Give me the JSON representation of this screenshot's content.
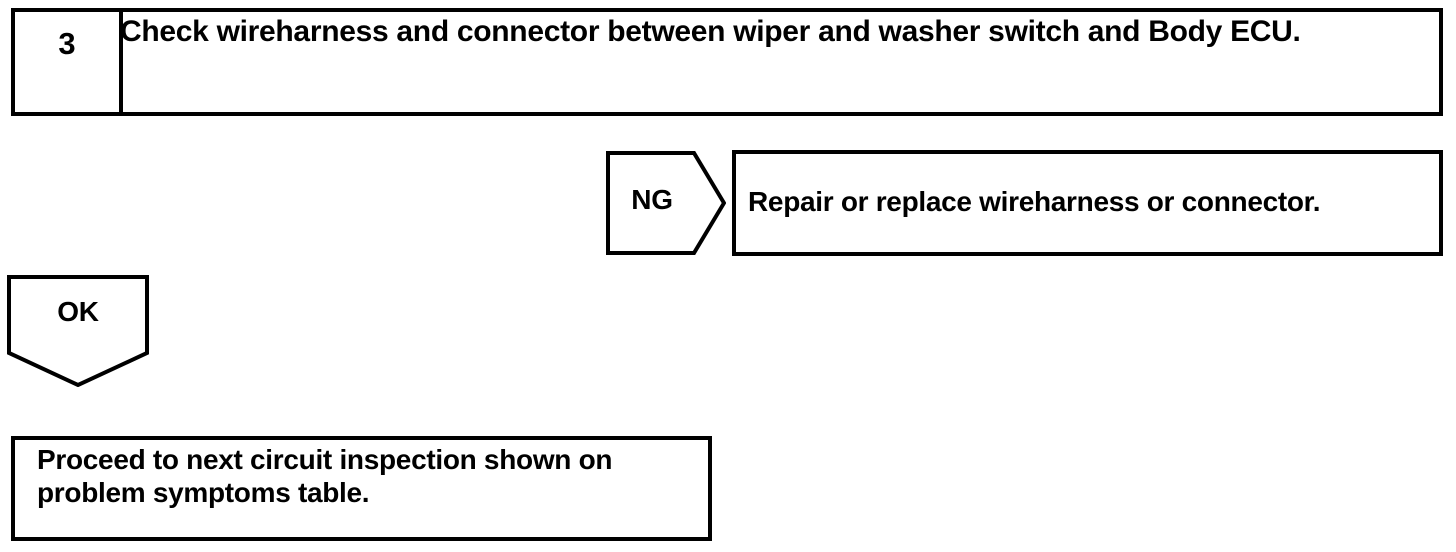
{
  "flowchart": {
    "step": {
      "number": "3",
      "instruction": "Check wireharness and connector between wiper and washer switch and Body ECU."
    },
    "branches": [
      {
        "result_label": "NG",
        "action": "Repair or replace wireharness or connector."
      },
      {
        "result_label": "OK",
        "action": "Proceed to next circuit inspection shown on problem symptoms table."
      }
    ],
    "ng_label": "NG",
    "ng_action": "Repair or replace wireharness or connector.",
    "ok_label": "OK",
    "ok_action": "Proceed to next circuit inspection shown on problem symptoms table."
  },
  "colors": {
    "ink": "#000000",
    "paper": "#ffffff"
  }
}
